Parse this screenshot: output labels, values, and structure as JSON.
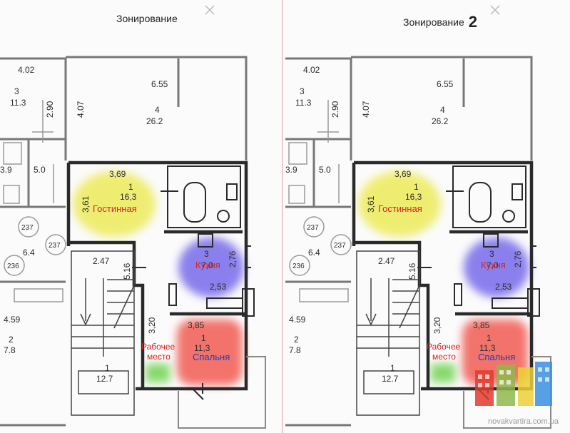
{
  "titles": {
    "left": "Зонирование",
    "right": "Зонирование",
    "right_number": "2"
  },
  "dims": {
    "d402": "4.02",
    "d655": "6.55",
    "d290": "2.90",
    "d407": "4.07",
    "d369": "3,69",
    "d361": "3,61",
    "d247": "2.47",
    "d516": "5.16",
    "d276": "2,76",
    "d253": "2,53",
    "d320": "3,20",
    "d385": "3,85",
    "d459": "4.59"
  },
  "rooms": {
    "r3": "3",
    "r3area": "11.3",
    "r4": "4",
    "r4area": "26.2",
    "r5": "5.0",
    "r1a": "1",
    "r1a_area": "16,3",
    "r3k": "3",
    "r3k_area": "7,0",
    "r1b": "1",
    "r1b_area": "11,3",
    "r1c": "1",
    "r1c_area": "12.7",
    "r2": "2",
    "r2area": "7.8",
    "r64": "6.4",
    "r237a": "237",
    "r237b": "237",
    "r236": "236",
    "r39": "3.9"
  },
  "zones": {
    "living": "Гостинная",
    "kitchen": "Кухня",
    "bedroom": "Спальня",
    "work_line1": "Рабочее",
    "work_line2": "место"
  },
  "watermark": "novakvartira.com.ua",
  "colors": {
    "living": "#eeec63",
    "kitchen": "#7f72ec",
    "bedroom": "#f2655c",
    "work": "#79d65c",
    "wall": "#2a2a2a"
  }
}
